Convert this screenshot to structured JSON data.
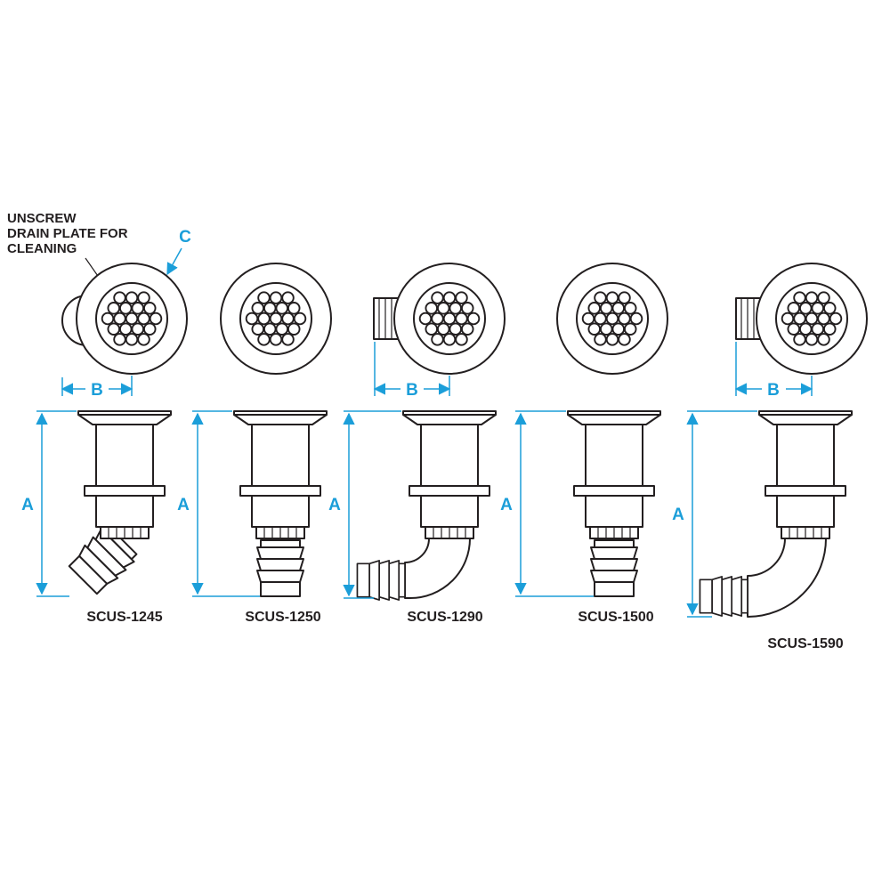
{
  "note": {
    "line1": "UNSCREW",
    "line2": "DRAIN PLATE FOR",
    "line3": "CLEANING"
  },
  "dimension_labels": {
    "a": "A",
    "b": "B",
    "c": "C"
  },
  "products": [
    {
      "model": "SCUS-1245"
    },
    {
      "model": "SCUS-1250"
    },
    {
      "model": "SCUS-1290"
    },
    {
      "model": "SCUS-1500"
    },
    {
      "model": "SCUS-1590"
    }
  ],
  "colors": {
    "dimension_accent": "#1b9ed9",
    "line": "#231f20",
    "background": "#ffffff"
  }
}
